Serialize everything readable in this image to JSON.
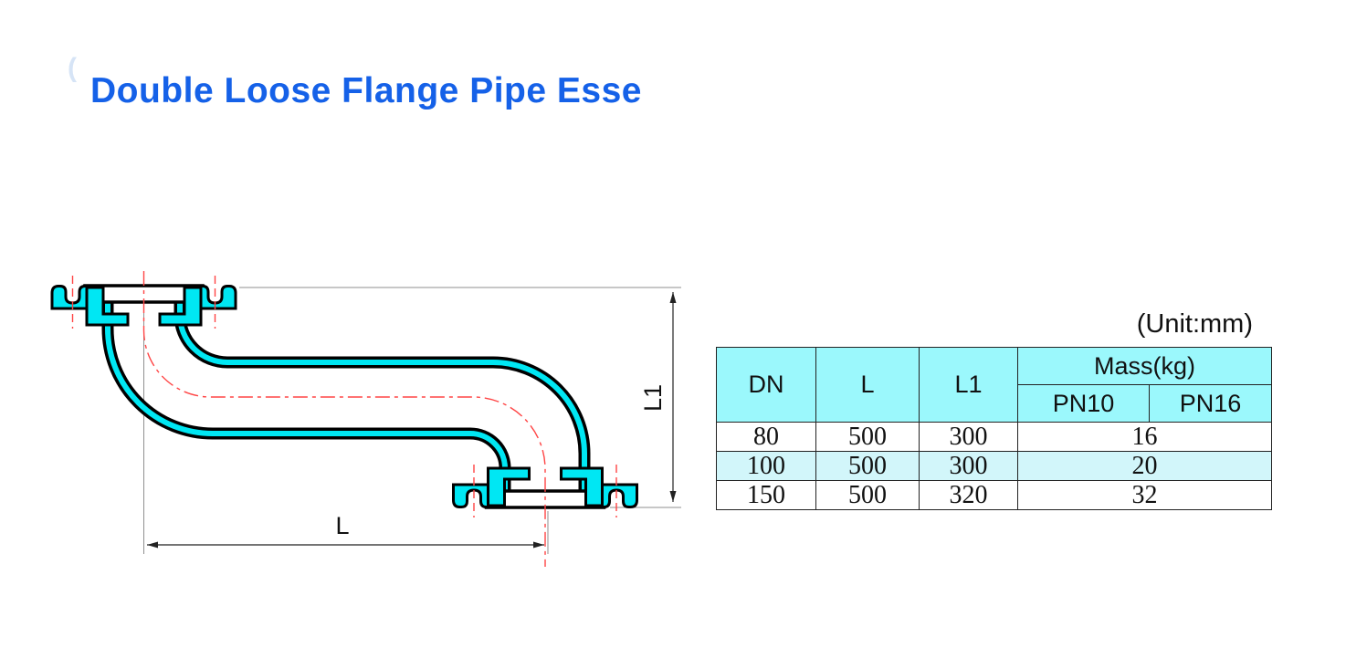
{
  "theme": {
    "title_color": "#1561e8",
    "pipe_fill": "#00e7f3",
    "outline": "#000000",
    "centerline": "#ff4444",
    "header_bg": "#9bf8fc",
    "stripe_bg": "#d2f6fa"
  },
  "page": {
    "title": "Double Loose Flange Pipe Esse",
    "decorative_mark": "("
  },
  "diagram": {
    "dim_l": "L",
    "dim_l1": "L1"
  },
  "table": {
    "unit_note": "(Unit:mm)",
    "header": {
      "dn": "DN",
      "l": "L",
      "l1": "L1",
      "mass": "Mass(kg)",
      "pn10": "PN10",
      "pn16": "PN16"
    },
    "rows": [
      {
        "dn": "80",
        "l": "500",
        "l1": "300",
        "mass": "16"
      },
      {
        "dn": "100",
        "l": "500",
        "l1": "300",
        "mass": "20"
      },
      {
        "dn": "150",
        "l": "500",
        "l1": "320",
        "mass": "32"
      }
    ]
  }
}
